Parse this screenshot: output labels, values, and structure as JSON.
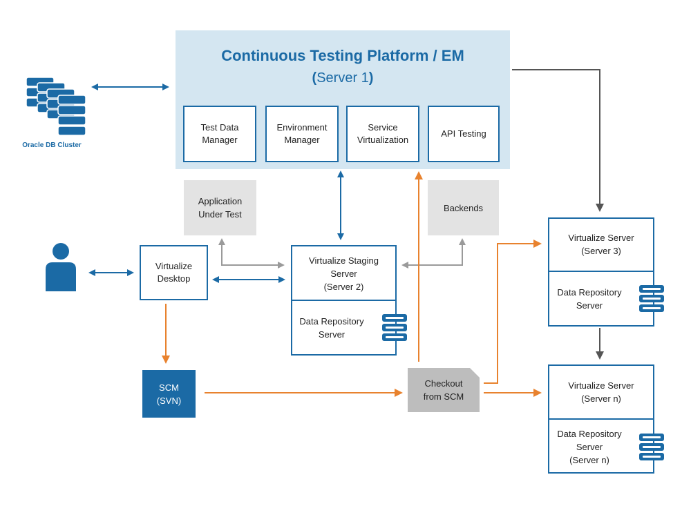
{
  "platform": {
    "title": "Continuous Testing Platform / EM",
    "subtitle_paren_open": "(",
    "subtitle_text": "Server 1",
    "subtitle_paren_close": ")",
    "modules": [
      {
        "label": "Test Data\nManager"
      },
      {
        "label": "Environment\nManager"
      },
      {
        "label": "Service\nVirtualization"
      },
      {
        "label": "API Testing"
      }
    ]
  },
  "oracle": {
    "label": "Oracle DB Cluster"
  },
  "aut": {
    "label": "Application\nUnder Test"
  },
  "backends": {
    "label": "Backends"
  },
  "desktop": {
    "label": "Virtualize\nDesktop"
  },
  "staging": {
    "label": "Virtualize Staging\nServer\n(Server 2)",
    "repo_label": "Data Repository\nServer"
  },
  "scm": {
    "label": "SCM\n(SVN)"
  },
  "checkout": {
    "label": "Checkout\nfrom SCM"
  },
  "server3": {
    "label": "Virtualize Server\n(Server 3)",
    "repo_label": "Data Repository\nServer"
  },
  "server_n": {
    "label": "Virtualize Server\n(Server n)",
    "repo_label": "Data Repository\nServer\n(Server n)"
  },
  "colors": {
    "blue": "#1b6aa5",
    "light_blue": "#d4e6f1",
    "orange": "#e8822e",
    "gray_arrow": "#9a9a9a",
    "dark_arrow": "#555555",
    "gray_box": "#e3e3e3",
    "checkout_box": "#bdbdbd"
  },
  "icons": [
    "database-cluster-icon",
    "user-icon",
    "server-stack-icon",
    "document-icon"
  ]
}
